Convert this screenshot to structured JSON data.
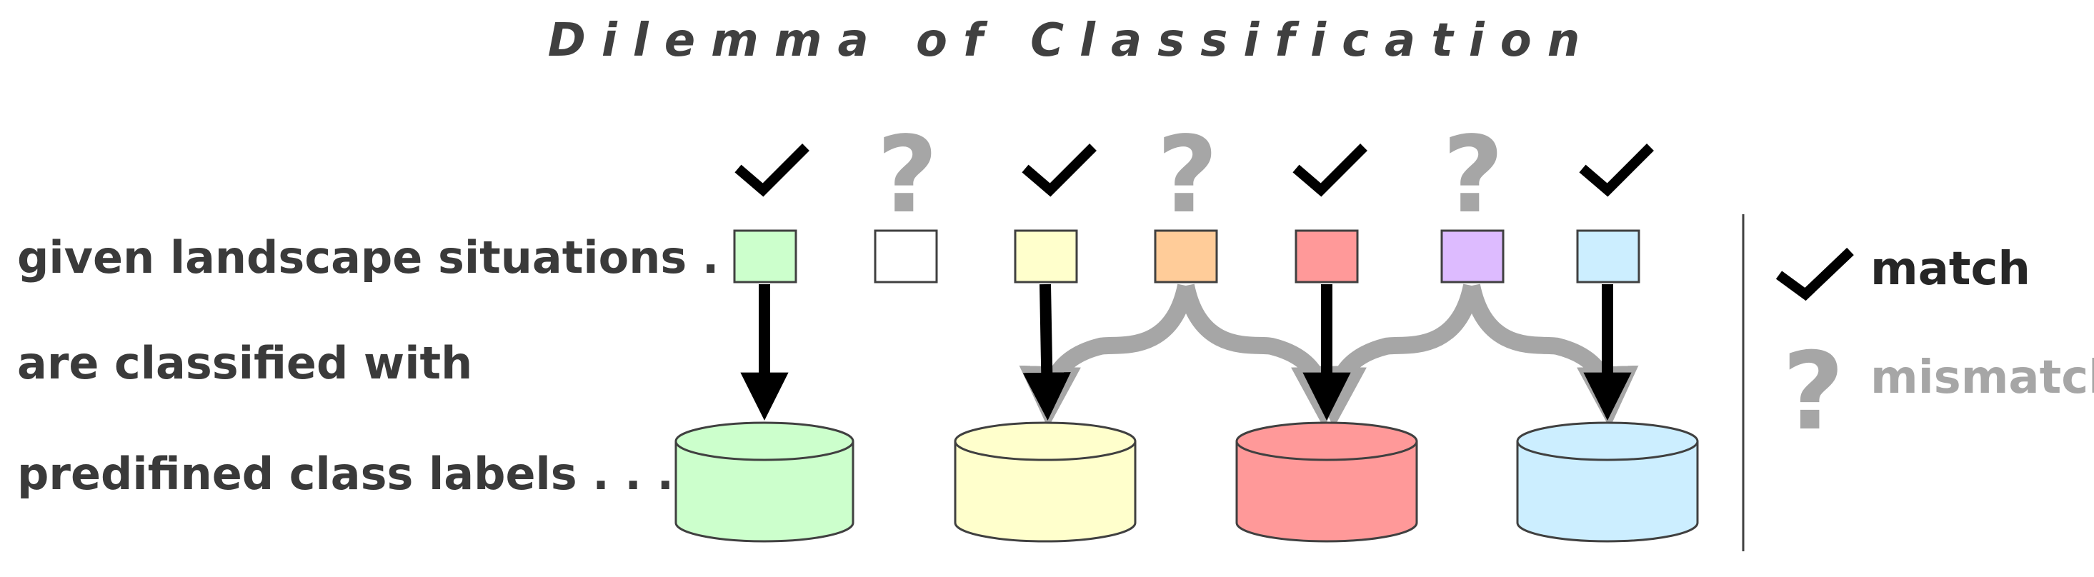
{
  "title": "Dilemma of Classification",
  "row_labels": {
    "situations": "given landscape situations . . .",
    "classified": "are classified with",
    "labels": "predifined class labels . . ."
  },
  "legend": {
    "match": "match",
    "mismatch": "mismatch"
  },
  "symbols": {
    "check": "check-icon",
    "question": "?"
  },
  "situations": [
    {
      "color": "#ccffcc",
      "status": "match",
      "target_class": 0
    },
    {
      "color": "#ffffff",
      "status": "mismatch",
      "target_class": null
    },
    {
      "color": "#ffffcc",
      "status": "match",
      "target_class": 1
    },
    {
      "color": "#ffcc99",
      "status": "mismatch",
      "target_class": [
        1,
        2
      ]
    },
    {
      "color": "#ff9999",
      "status": "match",
      "target_class": 2
    },
    {
      "color": "#ddbbff",
      "status": "mismatch",
      "target_class": [
        2,
        3
      ]
    },
    {
      "color": "#cceeff",
      "status": "match",
      "target_class": 3
    }
  ],
  "classes": [
    {
      "color": "#ccffcc"
    },
    {
      "color": "#ffffcc"
    },
    {
      "color": "#ff9999"
    },
    {
      "color": "#cceeff"
    }
  ],
  "colors": {
    "match_arrow": "#000000",
    "mismatch_arrow": "#a6a6a6",
    "outline": "#404040"
  }
}
